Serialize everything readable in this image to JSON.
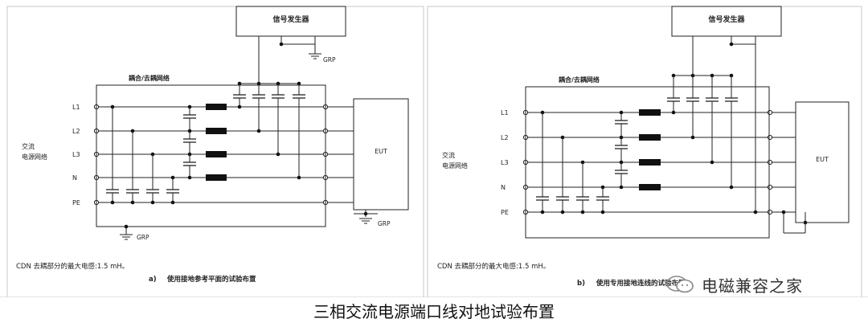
{
  "left_panel": {
    "signal_generator": "信号发生器",
    "network_label": "耦合/去耦网络",
    "mains_line1": "交流",
    "mains_line2": "电源网络",
    "lines": [
      "L1",
      "L2",
      "L3",
      "N",
      "PE"
    ],
    "eut": "EUT",
    "grp": "GRP",
    "note": "CDN 去耦部分的最大电感:1.5 mH。",
    "caption_letter": "a)",
    "caption_text": "使用接地参考平面的试验布置"
  },
  "right_panel": {
    "signal_generator": "信号发生器",
    "network_label": "耦合/去耦网络",
    "mains_line1": "交流",
    "mains_line2": "电源网络",
    "lines": [
      "L1",
      "L2",
      "L3",
      "N",
      "PE"
    ],
    "eut": "EUT",
    "note": "CDN 去耦部分的最大电感:1.5 mH。",
    "caption_letter": "b)",
    "caption_text": "使用专用接地连线的试验布置"
  },
  "figure_caption": "三相交流电源端口线对地试验布置",
  "watermark": {
    "text": "电磁兼容之家",
    "icon": "wechat-icon"
  }
}
